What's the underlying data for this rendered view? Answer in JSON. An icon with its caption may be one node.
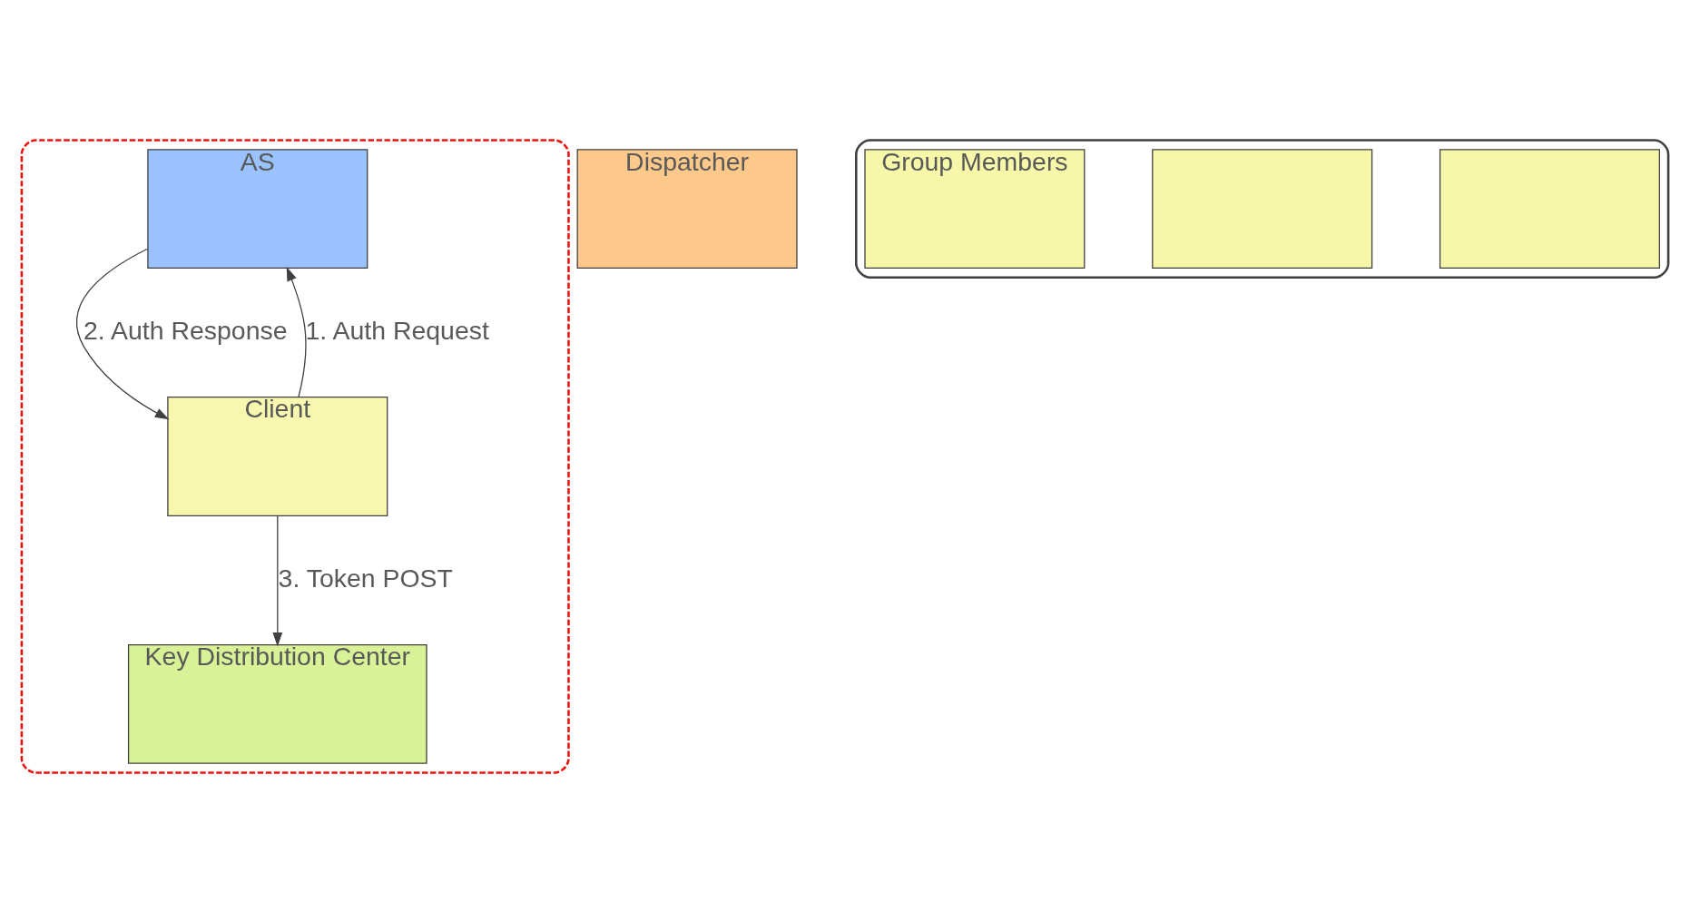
{
  "diagram": {
    "nodes": [
      {
        "text": [],
        "shape": "oval"
      },
      {
        "text": [
          "AS"
        ],
        "in": 0
      },
      {
        "text": [
          "Key Distribution Center"
        ],
        "in": 0
      },
      {
        "text": [
          "Client"
        ],
        "in": 0
      },
      {
        "text": [
          "Dispatcher"
        ]
      },
      {
        "text": [],
        "shape": "cloud"
      },
      {
        "text": [],
        "shape": "box",
        "in": 5
      },
      {
        "text": [],
        "shape": "box",
        "in": 5
      },
      {
        "text": [
          "Group Members"
        ],
        "in": 5
      }
    ],
    "edges": [
      {
        "from": 3,
        "to": 1,
        "arrow": "to",
        "label": "1. Auth Request"
      },
      {
        "from": 1,
        "to": 3,
        "arrow": "to",
        "label": "2. Auth Response"
      },
      {
        "from": 3,
        "to": 2,
        "arrow": "to",
        "label": "3. Token POST"
      }
    ]
  }
}
